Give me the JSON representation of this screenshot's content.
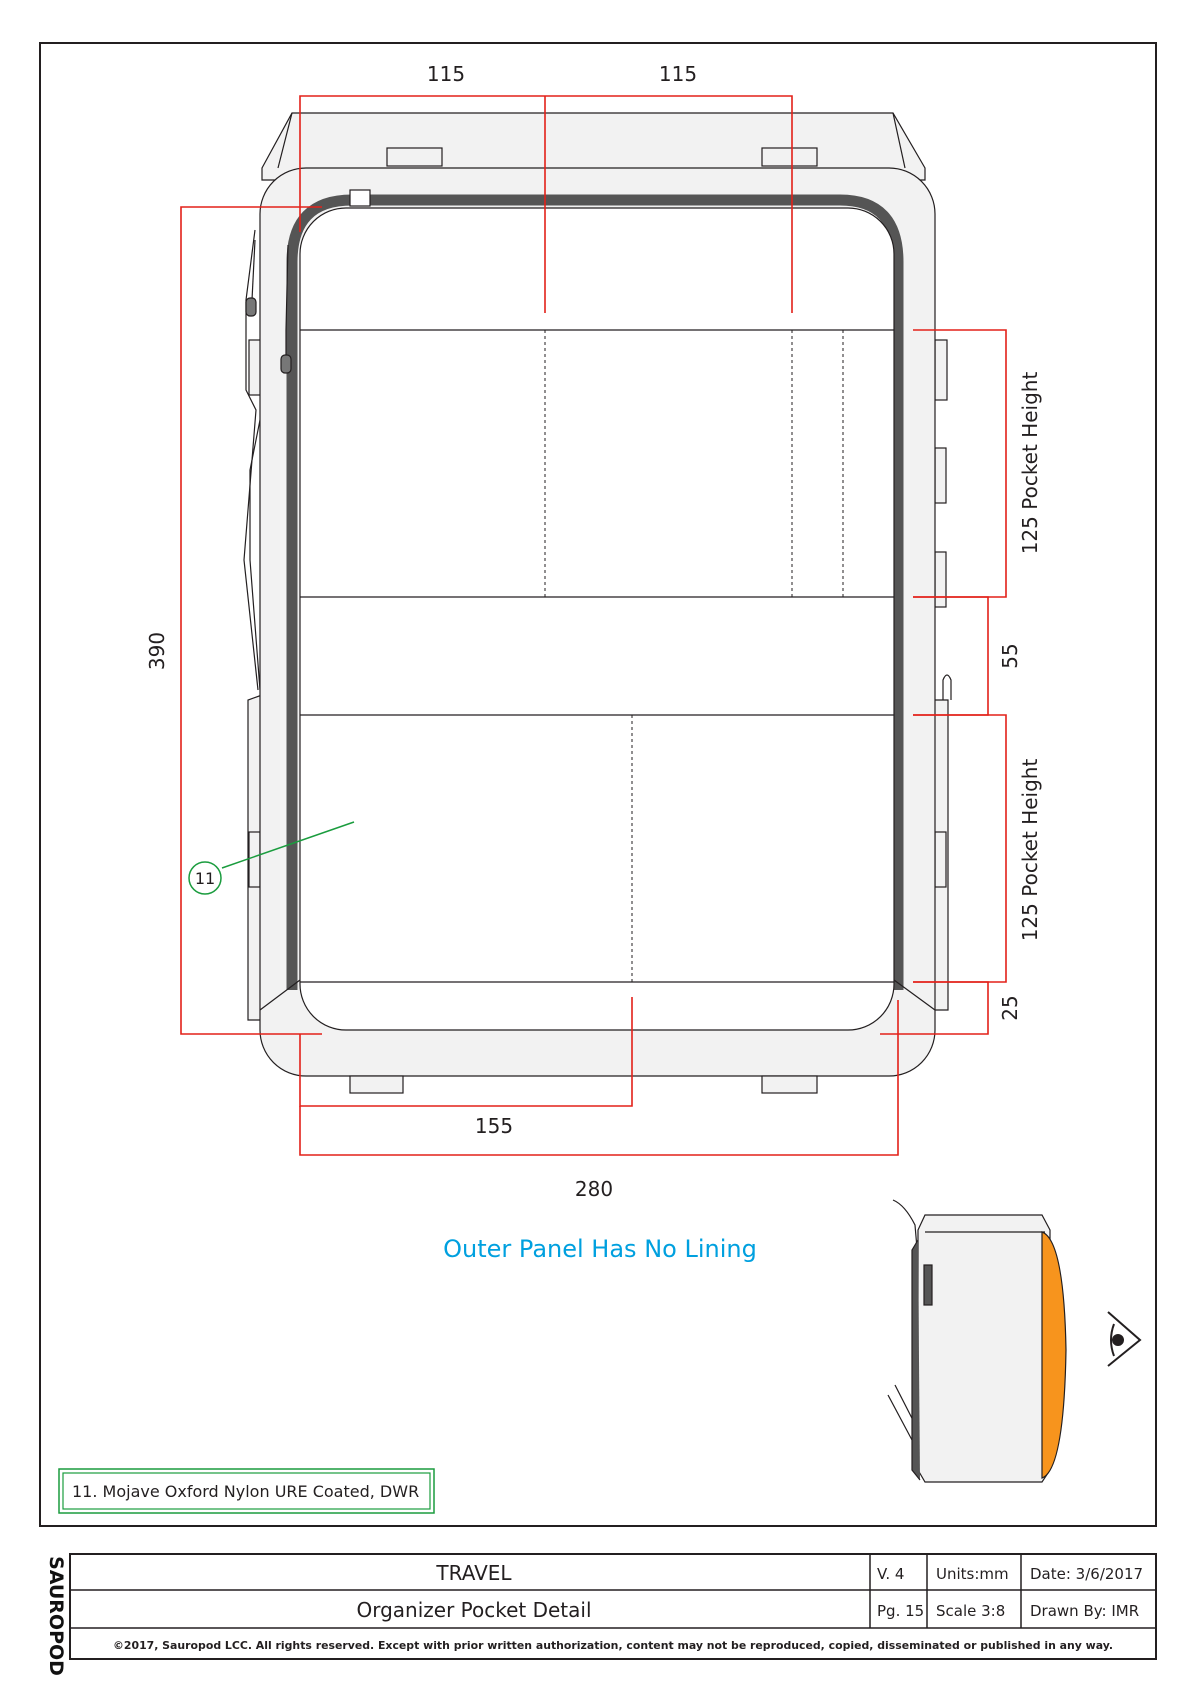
{
  "brand": {
    "logo_text": "SAUROPOD"
  },
  "dimensions": {
    "top_left": "115",
    "top_right": "115",
    "left_height": "390",
    "pocket_height_upper": "125 Pocket Height",
    "gap_middle": "55",
    "pocket_height_lower": "125 Pocket Height",
    "bottom_margin": "25",
    "bottom_inner": "155",
    "bottom_total": "280"
  },
  "note": "Outer Panel Has No Lining",
  "callout": {
    "number": "11",
    "material": "11. Mojave Oxford Nylon URE Coated, DWR"
  },
  "title_block": {
    "project": "TRAVEL",
    "version": "V. 4",
    "units": "Units:mm",
    "date": "Date: 3/6/2017",
    "sheet_title": "Organizer Pocket Detail",
    "page": "Pg. 15",
    "scale": "Scale 3:8",
    "drawn_by": "Drawn By: IMR",
    "copyright": "©2017, Sauropod LCC. All rights reserved. Except with prior written authorization, content may not be reproduced, copied, disseminated or published in any way."
  },
  "colors": {
    "dimension_line": "#e32119",
    "note_text": "#00a0df",
    "callout": "#1a9c3e",
    "version_text": "#e32119",
    "zipper_tape": "#555555",
    "side_panel_accent": "#f7941d",
    "bag_fill": "#f2f2f2"
  },
  "icons": {
    "view_indicator": "eye-icon"
  }
}
